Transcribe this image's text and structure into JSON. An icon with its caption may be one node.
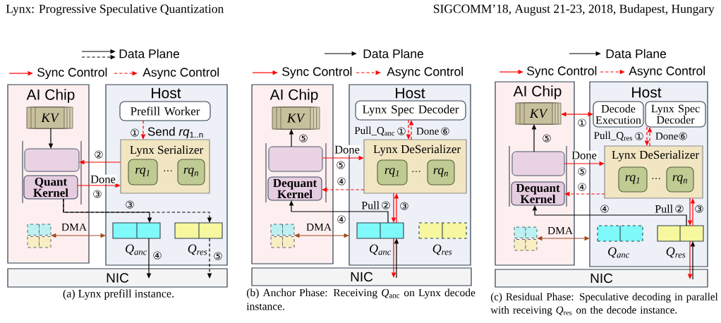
{
  "diagram": {
    "nodes": [
      {
        "text": [
          "AI Chip"
        ]
      },
      {
        "text": [
          "KV"
        ],
        "in": 0
      },
      {
        "text": [],
        "shape": "box",
        "in": 0
      },
      {
        "text": [
          "Quant Kernel"
        ],
        "in": 0
      },
      {
        "text": [],
        "shape": "box",
        "in": 0
      },
      {
        "text": [
          "Host"
        ]
      },
      {
        "text": [
          "Prefill Worker"
        ],
        "in": 5
      },
      {
        "text": [
          "Lynx Serializer"
        ],
        "in": 5
      },
      {
        "text": [
          "rq$_{1}$"
        ],
        "in": 7
      },
      {
        "text": [
          "rq$_{n}$"
        ],
        "in": 7
      },
      {
        "text": [],
        "shape": "box",
        "beside": [
          "Q$_{anc}$"
        ],
        "in": 5
      },
      {
        "text": [],
        "shape": "box",
        "beside": [
          "Q$_{res}$"
        ],
        "in": 5
      },
      {
        "text": [
          "NIC"
        ]
      },
      {
        "text": [
          "AI Chip"
        ]
      },
      {
        "text": [
          "KV"
        ],
        "in": 13
      },
      {
        "text": [],
        "shape": "box",
        "in": 13
      },
      {
        "text": [
          "Dequant Kernel"
        ],
        "in": 13
      },
      {
        "text": [],
        "shape": "box",
        "in": 13
      },
      {
        "text": [
          "Host"
        ]
      },
      {
        "text": [
          "Lynx Spec Decoder"
        ],
        "in": 18
      },
      {
        "text": [
          "Lynx DeSerializer"
        ],
        "in": 18
      },
      {
        "text": [
          "rq$_{1}$"
        ],
        "in": 20
      },
      {
        "text": [
          "rq$_{n}$"
        ],
        "in": 20
      },
      {
        "text": [],
        "shape": "box",
        "beside": [
          "Q$_{anc}$"
        ],
        "in": 18
      },
      {
        "text": [],
        "shape": "box",
        "beside": [
          "Q$_{res}$"
        ],
        "in": 18
      },
      {
        "text": [
          "NIC"
        ]
      },
      {
        "text": [
          "AI Chip"
        ]
      },
      {
        "text": [
          "KV"
        ],
        "in": 26
      },
      {
        "text": [],
        "shape": "box",
        "in": 26
      },
      {
        "text": [
          "Dequant Kernel"
        ],
        "in": 26
      },
      {
        "text": [],
        "shape": "box",
        "in": 26
      },
      {
        "text": [
          "Host"
        ]
      },
      {
        "text": [
          "Decode Execution"
        ],
        "in": 31
      },
      {
        "text": [
          "Lynx Spec Decoder"
        ],
        "in": 31
      },
      {
        "text": [
          "Lynx DeSerializer"
        ],
        "in": 31
      },
      {
        "text": [
          "rq$_{1}$"
        ],
        "in": 34
      },
      {
        "text": [
          "rq$_{n}$"
        ],
        "in": 34
      },
      {
        "text": [],
        "shape": "box",
        "beside": [
          "Q$_{anc}$"
        ],
        "in": 31
      },
      {
        "text": [],
        "shape": "box",
        "beside": [
          "Q$_{res}$"
        ],
        "in": 31
      },
      {
        "text": [
          "NIC"
        ]
      }
    ],
    "edges": [
      {
        "from": 1,
        "to": 2,
        "arrow": "to",
        "color": "#000000"
      },
      {
        "from": 7,
        "to": 2,
        "arrow": "to"
      },
      {
        "from": 3,
        "to": 7,
        "arrow": "to",
        "label": "Done"
      },
      {
        "from": 3,
        "to": 10,
        "arrow": "to",
        "color": "#000000"
      },
      {
        "from": 3,
        "to": 11,
        "arrow": "to",
        "style": "dashed",
        "color": "#000000"
      },
      {
        "from": 10,
        "to": 12,
        "arrow": "to",
        "color": "#000000"
      },
      {
        "from": 11,
        "to": 12,
        "arrow": "to",
        "style": "dashed",
        "color": "#000000"
      },
      {
        "from": 4,
        "to": 5,
        "arrow": "both",
        "label": "DMA",
        "color": "#a0461e"
      },
      {
        "from": 6,
        "to": 7,
        "arrow": "to",
        "label": "Send *rq*$_{1..n}$",
        "style": "dashed"
      },
      {
        "from": 15,
        "to": 14,
        "arrow": "to",
        "color": "#000000"
      },
      {
        "from": 15,
        "to": 20,
        "arrow": "to",
        "label": "Done"
      },
      {
        "from": 20,
        "to": 16,
        "arrow": "to",
        "style": "dashed"
      },
      {
        "from": 23,
        "to": 16,
        "arrow": "to",
        "color": "#000000"
      },
      {
        "from": 17,
        "to": 18,
        "arrow": "both",
        "label": "DMA",
        "color": "#a0461e"
      },
      {
        "from": 19,
        "to": 20,
        "arrow": "to",
        "label": "Pull_Q$_{anc}$",
        "style": "dashed"
      },
      {
        "from": 20,
        "to": 19,
        "arrow": "to",
        "label": "Done",
        "style": "dashed"
      },
      {
        "from": 20,
        "to": 23,
        "arrow": "to",
        "label": "Pull"
      },
      {
        "from": 23,
        "to": 20,
        "arrow": "to"
      },
      {
        "from": 23,
        "to": 25,
        "arrow": "to"
      },
      {
        "from": 25,
        "to": 23,
        "arrow": "to",
        "color": "#000000"
      },
      {
        "from": 27,
        "to": 32,
        "arrow": "both"
      },
      {
        "from": 28,
        "to": 27,
        "arrow": "to",
        "color": "#000000"
      },
      {
        "from": 28,
        "to": 34,
        "arrow": "to",
        "label": "Done"
      },
      {
        "from": 34,
        "to": 29,
        "arrow": "to",
        "style": "dashed"
      },
      {
        "from": 38,
        "to": 29,
        "arrow": "to",
        "color": "#000000"
      },
      {
        "from": 30,
        "to": 31,
        "arrow": "both",
        "label": "DMA",
        "color": "#a0461e"
      },
      {
        "from": 33,
        "to": 34,
        "arrow": "to",
        "label": "Pull_Q$_{res}$",
        "style": "dashed"
      },
      {
        "from": 34,
        "to": 33,
        "arrow": "to",
        "label": "Done",
        "style": "dashed"
      },
      {
        "from": 34,
        "to": 38,
        "arrow": "to",
        "label": "Pull"
      },
      {
        "from": 38,
        "to": 34,
        "arrow": "to"
      },
      {
        "from": 38,
        "to": 39,
        "arrow": "to"
      },
      {
        "from": 39,
        "to": 38,
        "arrow": "to",
        "color": "#000000"
      }
    ],
    "labels": [
      "Lynx: Progressive Speculative Quantization",
      "SIGCOMM’18, August 21-23, 2018, Budapest, Hungary",
      "①",
      "②",
      "③",
      "③",
      "⋯",
      "④",
      "⑤",
      "(a) Lynx prefill instance.",
      "⑤",
      "①",
      "⑥",
      "⑤",
      "④",
      "⋯",
      "②",
      "③",
      "④",
      "(b) Anchor Phase: Receiving *Q*$_{anc}$ on Lynx decode instance.",
      "①",
      "⑤",
      "①",
      "⑥",
      "⑤",
      "④",
      "⋯",
      "④",
      "②",
      "③",
      "(c) Residual Phase: Speculative decoding in parallel with receiving *Q*$_{res}$ on the decode instance."
    ],
    "legend": [
      {
        "text": "Data Plane"
      },
      {
        "text": "Sync Control"
      },
      {
        "text": "Async Control"
      },
      {
        "text": "Data Plane"
      },
      {
        "text": "Sync Control"
      },
      {
        "text": "Async Control"
      },
      {
        "text": "Data Plane"
      },
      {
        "text": "Sync Control"
      },
      {
        "text": "Async Control"
      }
    ]
  }
}
